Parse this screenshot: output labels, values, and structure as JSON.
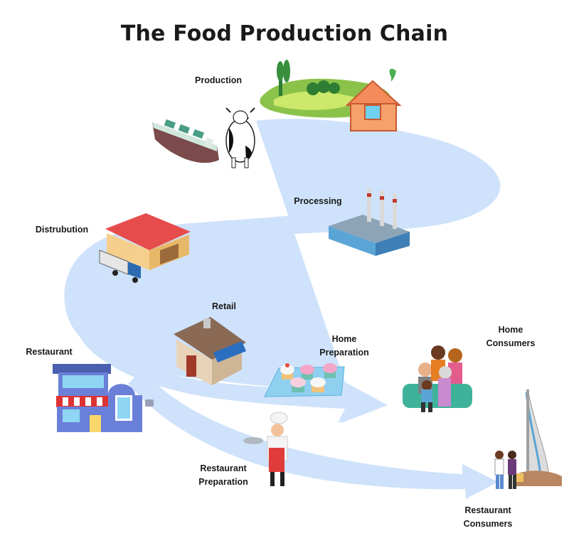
{
  "title": "The Food Production Chain",
  "labels": {
    "production": "Production",
    "processing": "Processing",
    "distribution": "Distrubution",
    "retail": "Retail",
    "restaurant": "Restaurant",
    "home_preparation": "Home\nPreparation",
    "home_consumers": "Home\nConsumers",
    "restaurant_preparation": "Restaurant\nPreparation",
    "restaurant_consumers": "Restaurant\nConsumers"
  },
  "colors": {
    "flow": "#cfe2fb",
    "text": "#1a1a1a"
  },
  "icons": [
    "farm-icon",
    "ship-icon",
    "cow-icon",
    "factory-icon",
    "warehouse-icon",
    "truck-icon",
    "store-icon",
    "cupcakes-icon",
    "family-icon",
    "restaurant-icon",
    "chef-icon",
    "hotel-tower-icon",
    "couple-icon"
  ]
}
